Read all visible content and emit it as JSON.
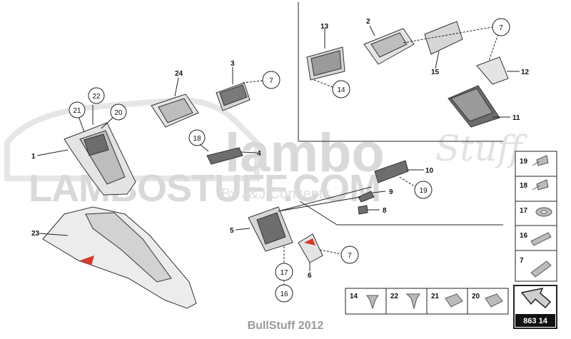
{
  "watermark": {
    "brand_left": "lambo",
    "brand_right": "Stuff",
    "site": "LAMBOSTUFF.COM",
    "credit": "By J&J Concepts"
  },
  "footer": "BullStuff 2012",
  "part_labels": {
    "p1": "1",
    "p2": "2",
    "p3": "3",
    "p4": "4",
    "p5": "5",
    "p6": "6",
    "p7a": "7",
    "p7b": "7",
    "p7c": "7",
    "p8": "8",
    "p9": "9",
    "p10": "10",
    "p11": "11",
    "p12": "12",
    "p13": "13",
    "p14": "14",
    "p15": "15",
    "p16": "16",
    "p17": "17",
    "p18": "18",
    "p19": "19",
    "p20": "20",
    "p21": "21",
    "p22": "22",
    "p23": "23",
    "p24": "24"
  },
  "legend_side": [
    "19",
    "18",
    "17",
    "16",
    "7"
  ],
  "legend_bottom": [
    "14",
    "22",
    "21",
    "20"
  ],
  "reference_box": {
    "label": "863 14"
  },
  "colors": {
    "line": "#111111",
    "part_fill": "#e4e4e4",
    "part_dark": "#6d6d6d",
    "watermark": "#d9d9d9",
    "footer": "#9a9a9a",
    "accent_red": "#d43b2a"
  }
}
